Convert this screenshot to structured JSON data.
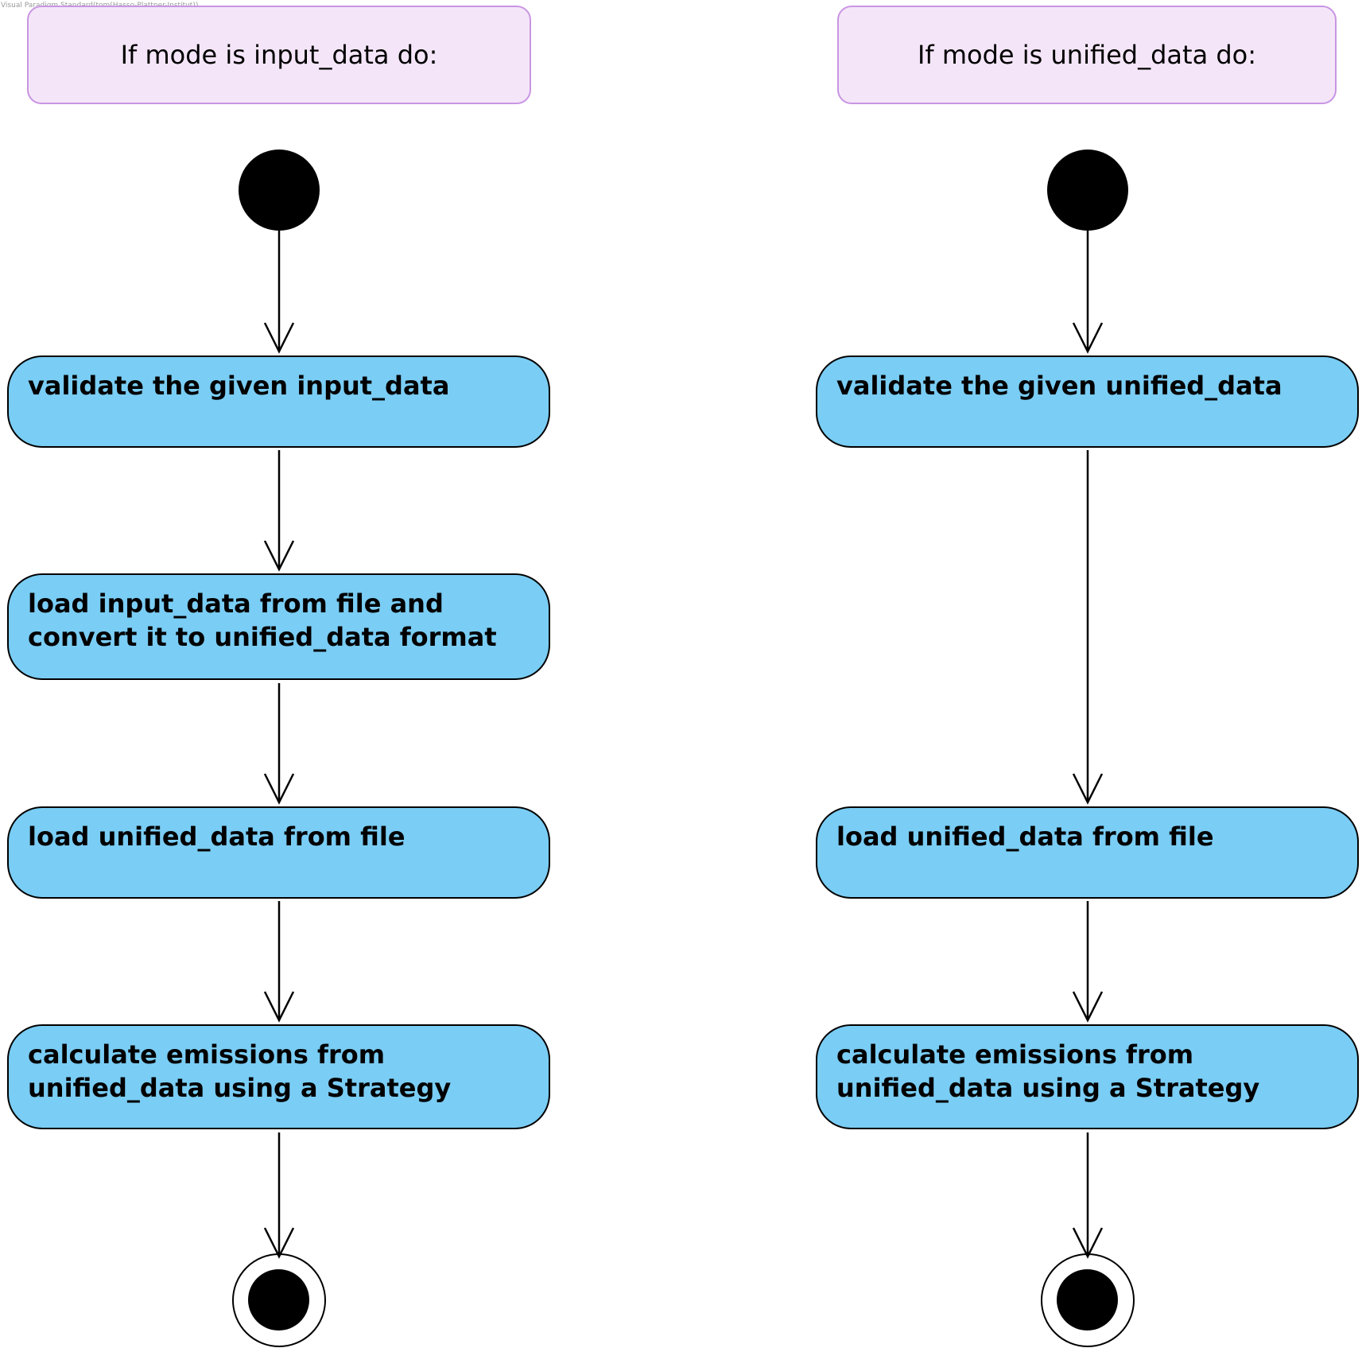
{
  "watermark": "Visual Paradigm Standard(tom(Hasso-Plattner-Institut))",
  "lanes": [
    {
      "title": "If mode is input_data do:",
      "actions": [
        {
          "lines": [
            "validate the given input_data"
          ]
        },
        {
          "lines": [
            "load input_data from file and",
            "convert it to unified_data format"
          ]
        },
        {
          "lines": [
            "load unified_data from file"
          ]
        },
        {
          "lines": [
            "calculate emissions from",
            "unified_data using a Strategy"
          ]
        }
      ]
    },
    {
      "title": "If mode is unified_data do:",
      "actions": [
        {
          "lines": [
            "validate the given unified_data"
          ]
        },
        {
          "lines": [
            "load unified_data from file"
          ]
        },
        {
          "lines": [
            "calculate emissions from",
            "unified_data using a Strategy"
          ]
        }
      ]
    }
  ],
  "colors": {
    "action_fill": "#7acdf4",
    "title_fill": "#f4e6f8",
    "title_border": "#c995e3",
    "stroke": "#000000"
  }
}
